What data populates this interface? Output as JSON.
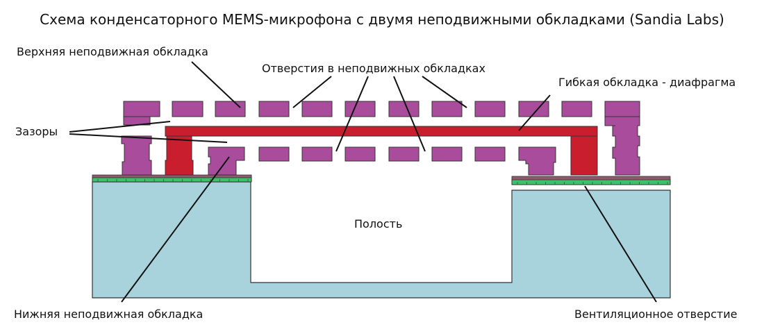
{
  "title": "Схема конденсаторного MEMS-микрофона с двумя неподвижными обкладками (Sandia Labs)",
  "labels": {
    "top_plate": "Верхняя неподвижная обкладка",
    "holes": "Отверстия в неподвижных обкладках",
    "diaphragm": "Гибкая обкладка - диафрагма",
    "gaps": "Зазоры",
    "cavity": "Полость",
    "bottom_plate": "Нижняя неподвижная обкладка",
    "vent": "Вентиляционное отверстие"
  },
  "colors": {
    "fixed_plate": "#a94c9c",
    "diaphragm": "#c81e2d",
    "substrate": "#a8d3dc",
    "insulator": "#3fc06a",
    "base_layer": "#8f5a6e",
    "outline": "#333333"
  }
}
